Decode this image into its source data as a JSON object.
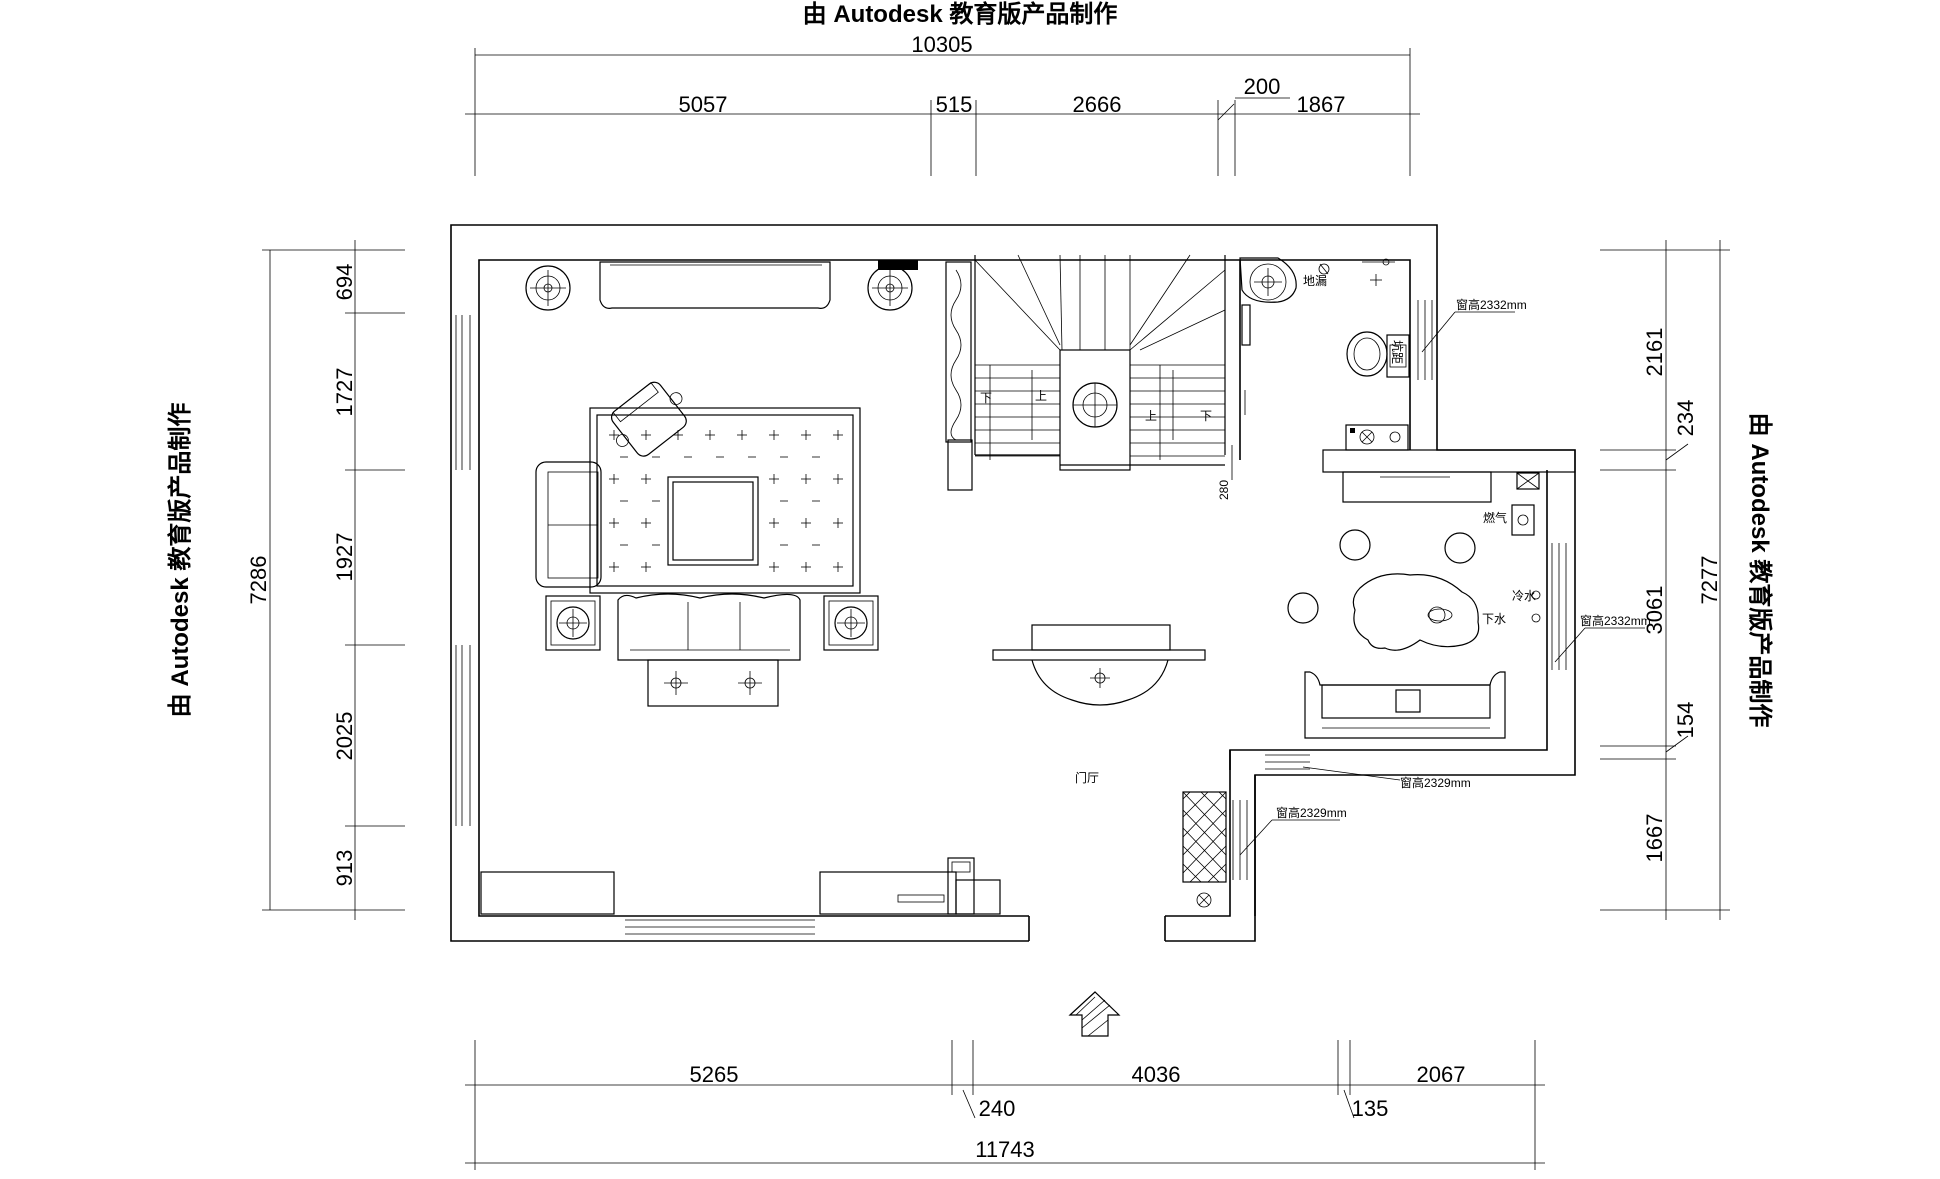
{
  "watermark": {
    "top": "由 Autodesk 教育版产品制作",
    "left": "由 Autodesk 教育版产品制作",
    "right": "由 Autodesk 教育版产品制作"
  },
  "dimensions": {
    "top_total": "10305",
    "top": [
      "5057",
      "515",
      "2666",
      "200",
      "1867"
    ],
    "left_total": "7286",
    "left": [
      "694",
      "1727",
      "1927",
      "2025",
      "913"
    ],
    "right_total": "7277",
    "right": [
      "2161",
      "234",
      "3061",
      "154",
      "1667"
    ],
    "bottom": [
      "5265",
      "240",
      "4036",
      "135",
      "2067"
    ],
    "bottom_total": "11743",
    "stair_gap": "280"
  },
  "labels": {
    "foyer": "门厅",
    "window_upper": "窗高2332mm",
    "window_kitchen": "窗高2332mm",
    "window_lower_1": "窗高2329mm",
    "window_lower_2": "窗高2329mm",
    "floor_drain": "地漏",
    "gas": "燃气",
    "cold_water": "冷水",
    "drain": "下水",
    "stair_up_1": "上",
    "stair_down_1": "下",
    "stair_up_2": "上",
    "stair_down_2": "下",
    "toilet_pit": "坑距"
  }
}
